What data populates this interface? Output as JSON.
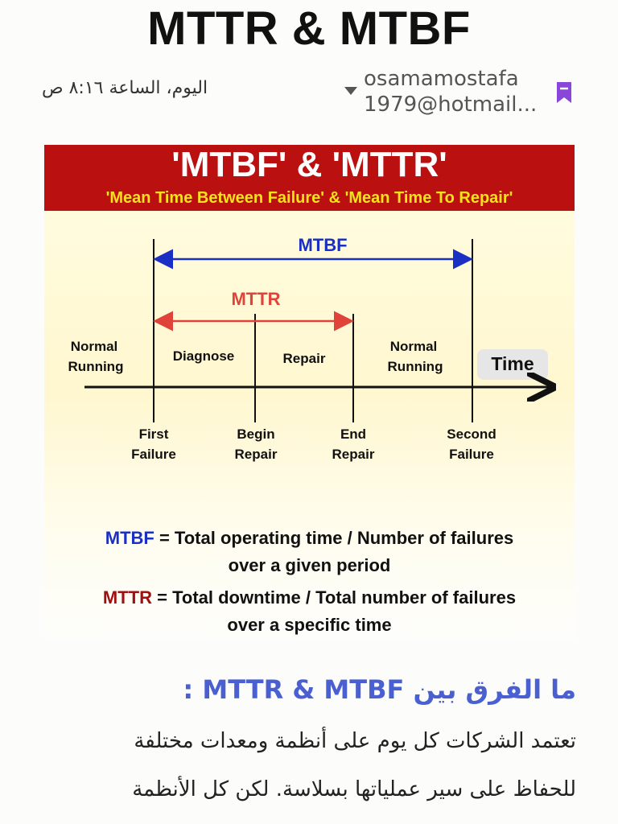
{
  "page": {
    "title": "MTTR & MTBF"
  },
  "meta": {
    "timestamp": "اليوم، الساعة ٨:١٦ ص",
    "author_line1": "osamamostafa",
    "author_line2": "1979@hotmail..."
  },
  "infographic": {
    "title": "'MTBF' & 'MTTR'",
    "subtitle": "'Mean Time Between Failure' & 'Mean Time To Repair'",
    "mtbf_label": "MTBF",
    "mttr_label": "MTTR",
    "phases": {
      "normal1_a": "Normal",
      "normal1_b": "Running",
      "diagnose": "Diagnose",
      "repair": "Repair",
      "normal2_a": "Normal",
      "normal2_b": "Running"
    },
    "time_label": "Time",
    "events": {
      "first_a": "First",
      "first_b": "Failure",
      "begin_a": "Begin",
      "begin_b": "Repair",
      "end_a": "End",
      "end_b": "Repair",
      "second_a": "Second",
      "second_b": "Failure"
    },
    "formula_mtbf_term": "MTBF",
    "formula_mtbf_line1": " = Total operating time / Number of failures",
    "formula_mtbf_line2": "over a given period",
    "formula_mttr_term": "MTTR",
    "formula_mttr_line1": " = Total downtime / Total number of failures",
    "formula_mttr_line2": "over a specific time",
    "colors": {
      "mtbf": "#1a2fc4",
      "mttr": "#e0433a",
      "banner": "#bb1010",
      "subtitle": "#f6e21a"
    }
  },
  "article": {
    "heading": "ما الفرق بين MTTR & MTBF :",
    "line1": "تعتمد الشركات كل يوم على أنظمة ومعدات مختلفة",
    "line2": "للحفاظ على سير عملياتها بسلاسة. لكن كل الأنظمة"
  }
}
